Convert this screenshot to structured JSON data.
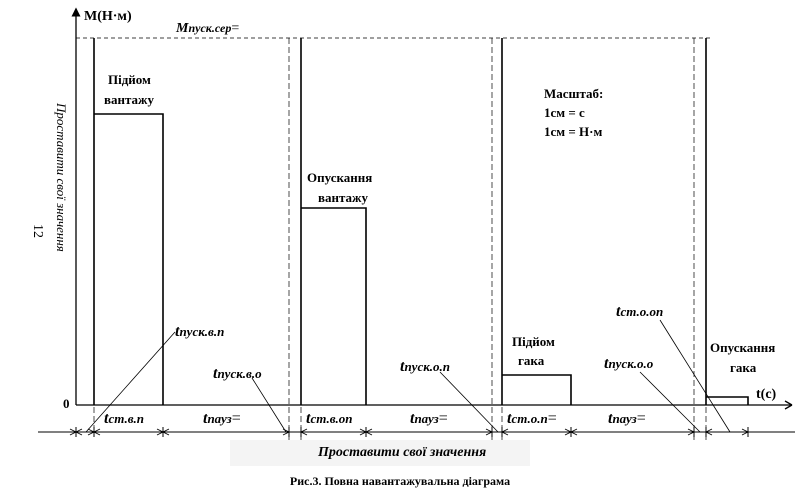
{
  "axes": {
    "y_label": "M(Н·м)",
    "x_label": "t(c)",
    "zero": "0"
  },
  "m_start_avg": {
    "main": "M",
    "sub": "пуск.сер",
    "suffix": "="
  },
  "page_number": "12",
  "side_note": "Проставити свої значення",
  "phases": {
    "lift_load": [
      "Підйом",
      "вантажу"
    ],
    "lower_load": [
      "Опускання",
      "вантажу"
    ],
    "lift_hook": [
      "Підйом",
      "гака"
    ],
    "lower_hook": [
      "Опускання",
      "гака"
    ]
  },
  "scale": {
    "title": "Масштаб:",
    "line1": "1см = с",
    "line2": "1см = Н·м"
  },
  "time_labels": {
    "t_start_lift_load": {
      "main": "t",
      "sub": "пуск.в.п"
    },
    "t_start_lower_load": {
      "main": "t",
      "sub": "пуск.в.о"
    },
    "t_start_lift_hook": {
      "main": "t",
      "sub": "пуск.о.п"
    },
    "t_start_lower_hook": {
      "main": "t",
      "sub": "пуск.о.о"
    },
    "t_steady_lower_hook": {
      "main": "t",
      "sub": "ст.о.оп"
    }
  },
  "intervals": [
    {
      "main": "t",
      "sub": "ст.в.п",
      "suffix": ""
    },
    {
      "main": "t",
      "sub": "пауз",
      "suffix": "="
    },
    {
      "main": "t",
      "sub": "ст.в.оп",
      "suffix": ""
    },
    {
      "main": "t",
      "sub": "пауз",
      "suffix": "="
    },
    {
      "main": "t",
      "sub": "ст.о.п",
      "suffix": "="
    },
    {
      "main": "t",
      "sub": "пауз",
      "suffix": "="
    }
  ],
  "bottom_note": "Проставити свої значення",
  "caption": "Рис.3. Повна навантажувальна діаграма"
}
